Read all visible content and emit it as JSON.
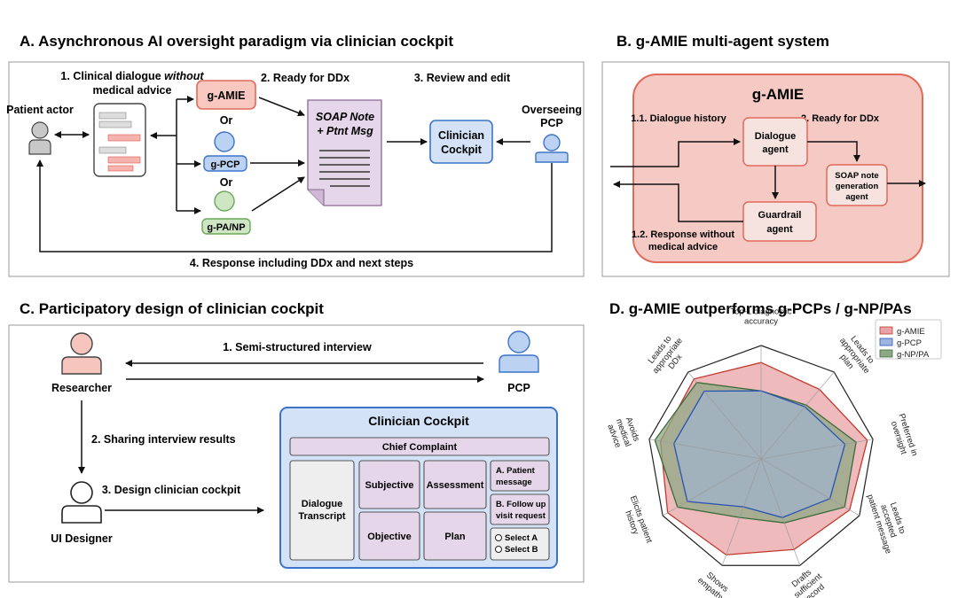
{
  "panelA": {
    "title": "A. Asynchronous AI oversight paradigm via clinician cockpit",
    "step1_line1": "1. Clinical dialogue",
    "step1_italic": "without",
    "step1_line2": "medical advice",
    "step2": "2. Ready for DDx",
    "step3": "3. Review and edit",
    "step4": "4. Response including DDx and next steps",
    "patient_actor": "Patient actor",
    "overseeing_line1": "Overseeing",
    "overseeing_line2": "PCP",
    "gamie": "g-AMIE",
    "or1": "Or",
    "gpcp": "g-PCP",
    "or2": "Or",
    "gpanp": "g-PA/NP",
    "soap_line1": "SOAP Note",
    "soap_line2": "+ Ptnt Msg",
    "cockpit_line1": "Clinician",
    "cockpit_line2": "Cockpit",
    "colors": {
      "gamie_fill": "#f7c7c0",
      "gamie_stroke": "#e06b5a",
      "pcp_fill": "#bcd2f2",
      "pcp_stroke": "#3d74c9",
      "panp_fill": "#cfe6c4",
      "panp_stroke": "#6aa85a",
      "soap_fill": "#e6d6ea",
      "cockpit_fill": "#d4e2f7"
    }
  },
  "panelB": {
    "title": "B. g-AMIE multi-agent system",
    "box_title": "g-AMIE",
    "dialogue_history": "1.1. Dialogue history",
    "ready_ddx": "2. Ready for DDx",
    "dialogue_agent_1": "Dialogue",
    "dialogue_agent_2": "agent",
    "soap_agent_1": "SOAP note",
    "soap_agent_2": "generation",
    "soap_agent_3": "agent",
    "guardrail_1": "Guardrail",
    "guardrail_2": "agent",
    "response_1": "1.2. Response without",
    "response_2": "medical advice"
  },
  "panelC": {
    "title": "C. Participatory design of clinician cockpit",
    "step1": "1. Semi-structured interview",
    "step2": "2. Sharing interview results",
    "step3": "3. Design clinician cockpit",
    "researcher": "Researcher",
    "pcp": "PCP",
    "ui_designer": "UI Designer",
    "cockpit_title": "Clinician Cockpit",
    "chief_complaint": "Chief Complaint",
    "transcript_1": "Dialogue",
    "transcript_2": "Transcript",
    "subjective": "Subjective",
    "assessment": "Assessment",
    "objective": "Objective",
    "plan": "Plan",
    "patient_msg_1": "A. Patient",
    "patient_msg_2": "message",
    "followup_1": "B. Follow up",
    "followup_2": "visit request",
    "select_a": "Select A",
    "select_b": "Select B"
  },
  "panelD": {
    "title": "D. g-AMIE outperforms g-PCPs / g-NP/PAs"
  },
  "chart_data": {
    "type": "radar",
    "axes": [
      {
        "l1": "Top-1 diagnostic",
        "l2": "accuracy"
      },
      {
        "l1": "Leads to",
        "l2": "appropriate",
        "l3": "plan"
      },
      {
        "l1": "Preferred in",
        "l2": "oversight"
      },
      {
        "l1": "Leads to",
        "l2": "accepted",
        "l3": "patient message"
      },
      {
        "l1": "Drafts",
        "l2": "sufficient",
        "l3": "record"
      },
      {
        "l1": "Shows",
        "l2": "empathy"
      },
      {
        "l1": "Elicits patient",
        "l2": "history"
      },
      {
        "l1": "Avoids",
        "l2": "medical",
        "l3": "advice"
      },
      {
        "l1": "Leads to",
        "l2": "appropriate",
        "l3": "DDx"
      }
    ],
    "series": [
      {
        "name": "g-AMIE",
        "values": [
          0.85,
          0.8,
          0.95,
          0.9,
          0.85,
          0.9,
          0.95,
          0.9,
          0.92
        ],
        "fill": "#e8a3a6",
        "stroke": "#c0392b"
      },
      {
        "name": "g-PCP",
        "values": [
          0.6,
          0.6,
          0.75,
          0.7,
          0.55,
          0.45,
          0.75,
          0.78,
          0.78
        ],
        "fill": "#9db6df",
        "stroke": "#2a52b5"
      },
      {
        "name": "g-NP/PA",
        "values": [
          0.6,
          0.62,
          0.85,
          0.85,
          0.6,
          0.55,
          0.85,
          0.95,
          0.88
        ],
        "fill": "#8da884",
        "stroke": "#3b6b3b"
      }
    ],
    "rlim": [
      0,
      1
    ],
    "grid": true,
    "legend_position": "top-right"
  }
}
